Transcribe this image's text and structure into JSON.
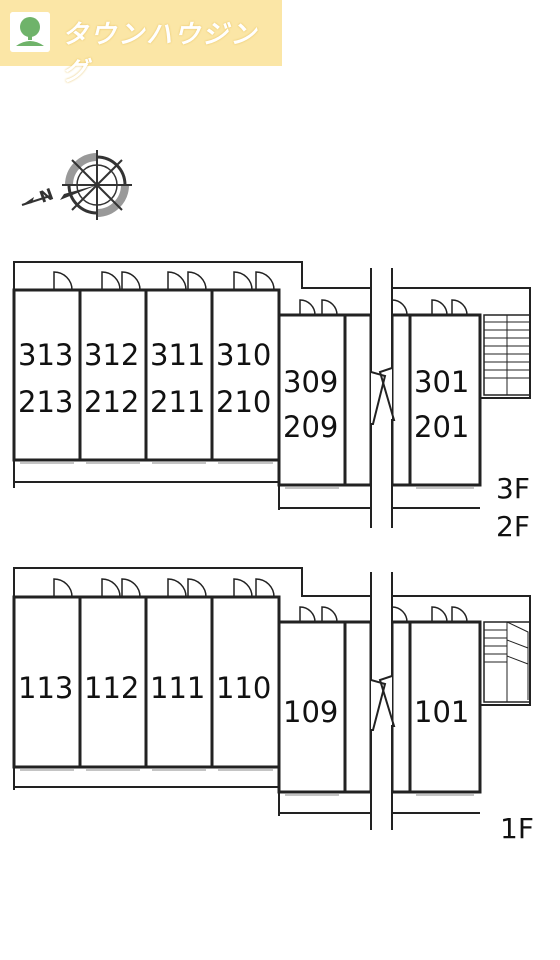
{
  "logo": {
    "text": "タウンハウジング",
    "icon": "house-tree-icon"
  },
  "compass": {
    "north_label": "N",
    "icon": "compass-rose-icon"
  },
  "upper_block": {
    "floor_labels": [
      "3F",
      "2F"
    ],
    "units": [
      {
        "top": "313",
        "bottom": "213"
      },
      {
        "top": "312",
        "bottom": "212"
      },
      {
        "top": "311",
        "bottom": "211"
      },
      {
        "top": "310",
        "bottom": "210"
      },
      {
        "top": "309",
        "bottom": "209"
      },
      {
        "top": "301",
        "bottom": "201"
      }
    ]
  },
  "lower_block": {
    "floor_labels": [
      "1F"
    ],
    "units": [
      {
        "top": "113"
      },
      {
        "top": "112"
      },
      {
        "top": "111"
      },
      {
        "top": "110"
      },
      {
        "top": "109"
      },
      {
        "top": "101"
      }
    ]
  },
  "colors": {
    "logo_bg": "#fbe6a6",
    "logo_green": "#6fb36a",
    "line": "#222222",
    "light_line": "#888888"
  }
}
